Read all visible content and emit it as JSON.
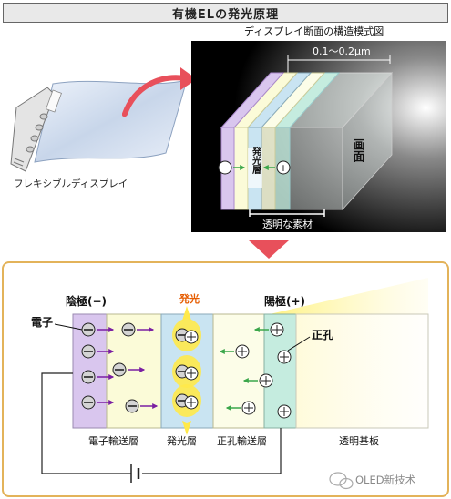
{
  "title": "有機ELの発光原理",
  "top": {
    "schematic_title": "ディスプレイ断面の構造模式図",
    "thickness": "0.1〜0.2μm",
    "screen": "画面",
    "emission_layer": "発光層",
    "transparent_material": "透明な素材",
    "minus_sign": "−",
    "plus_sign": "+",
    "device_label": "フレキシブルディスプレイ"
  },
  "bottom": {
    "cathode": "陰極(−)",
    "anode": "陽極(+)",
    "light": "発光",
    "electron": "電子",
    "hole": "正孔",
    "layer_labels": [
      "電子輸送層",
      "発光層",
      "正孔輸送層",
      "透明基板"
    ]
  },
  "watermark": "OLED新技术",
  "colors": {
    "cathode": "#d9c6ee",
    "etl": "#fbfbd8",
    "eml": "#c9e4f2",
    "htl": "#fcfde8",
    "anode": "#c5ecdf",
    "arrow_red": "#e8505b",
    "arrow_purple": "#7a1fa2",
    "arrow_green": "#3aa64a",
    "light_yellow": "#ffe94a",
    "light_text": "#e65c00"
  }
}
